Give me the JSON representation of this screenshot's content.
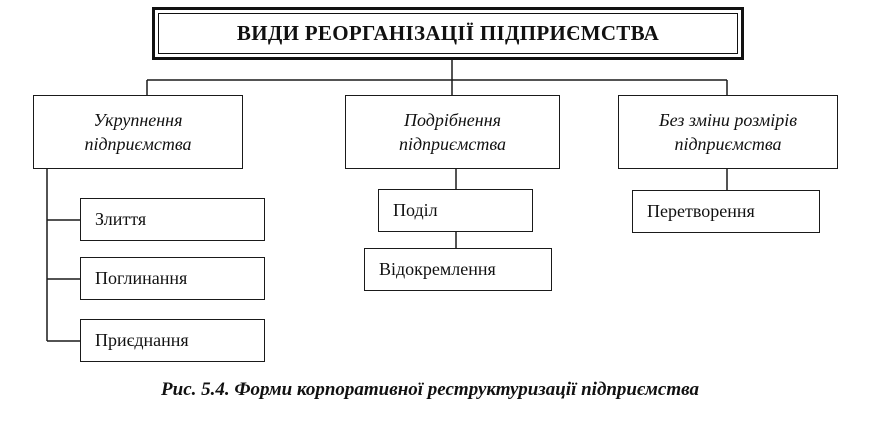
{
  "title": "ВИДИ РЕОРГАНІЗАЦІЇ ПІДПРИЄМСТВА",
  "categories": [
    {
      "line1": "Укрупнення",
      "line2": "підприємства",
      "children": [
        "Злиття",
        "Поглинання",
        "Приєднання"
      ]
    },
    {
      "line1": "Подрібнення",
      "line2": "підприємства",
      "children": [
        "Поділ",
        "Відокремлення"
      ]
    },
    {
      "line1": "Без зміни розмірів",
      "line2": "підприємства",
      "children": [
        "Перетворення"
      ]
    }
  ],
  "caption": "Рис. 5.4. Форми корпоративної реструктуризації підприємства"
}
